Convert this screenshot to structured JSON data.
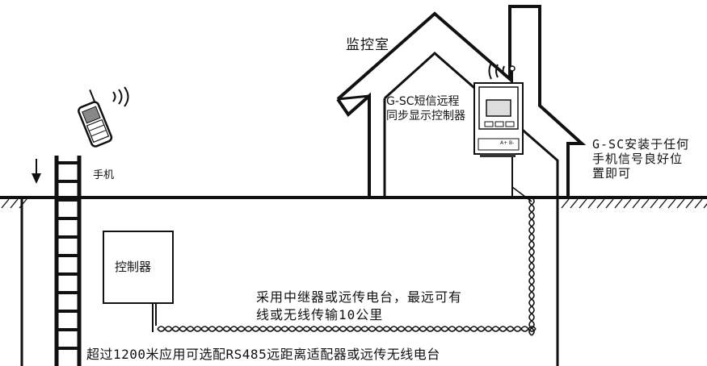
{
  "labels": {
    "monitor_room": "监控室",
    "device_name_line1": "G-SC短信远程",
    "device_name_line2": "同步显示控制器",
    "install_note_line1": "G-SC安装于任何",
    "install_note_line2": "手机信号良好位",
    "install_note_line3": "置即可",
    "phone": "手机",
    "controller": "控制器",
    "relay_note_line1": "采用中继器或远传电台，最远可有",
    "relay_note_line2": "线或无线传输10公里",
    "long_distance_note": "超过1200米应用可选配RS485远距离适配器或远传无线电台",
    "device_terminal": "A+ B-"
  },
  "colors": {
    "line": "#111111",
    "background": "#ffffff"
  }
}
